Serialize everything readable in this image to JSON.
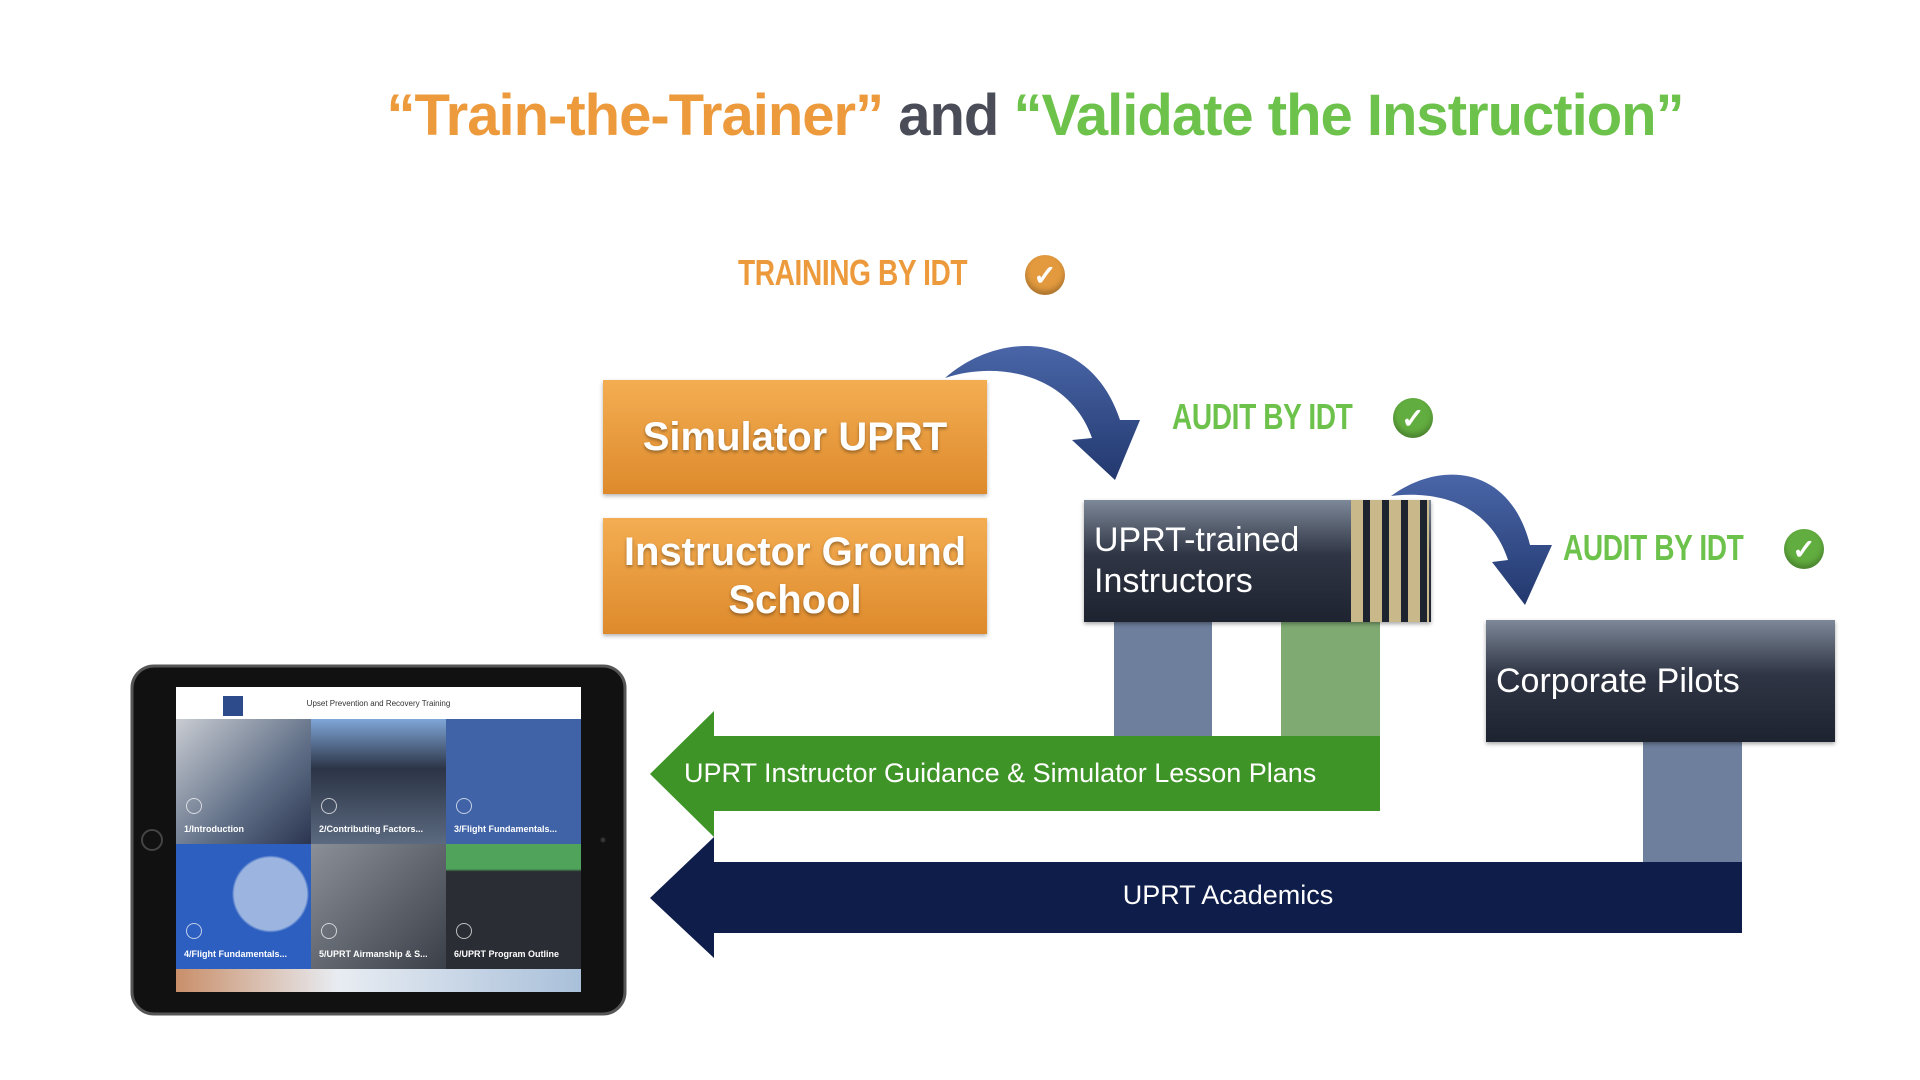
{
  "title": {
    "part1": "“Train-the-Trainer”",
    "part2": " and ",
    "part3": "“Validate the Instruction”"
  },
  "labels": {
    "training": "TRAINING BY IDT",
    "audit1": "AUDIT BY IDT",
    "audit2": "AUDIT BY IDT"
  },
  "boxes": {
    "simulator": "Simulator UPRT",
    "ground_school": "Instructor Ground School",
    "instructors_line1": "UPRT-trained",
    "instructors_line2": "Instructors",
    "corporate": "Corporate Pilots"
  },
  "arrows": {
    "guidance": "UPRT Instructor Guidance & Simulator Lesson Plans",
    "academics": "UPRT Academics"
  },
  "tablet": {
    "app_title": "Upset Prevention and Recovery Training",
    "tiles": [
      "1/Introduction",
      "2/Contributing Factors...",
      "3/Flight Fundamentals...",
      "4/Flight Fundamentals...",
      "5/UPRT Airmanship & S...",
      "6/UPRT Program Outline"
    ]
  },
  "colors": {
    "orange": "#ec9a3c",
    "green": "#6cc24a",
    "navy": "#0f1d4a",
    "arrow_green": "#3f9428",
    "curve_blue": "#2f4a8a"
  },
  "icons": {
    "check": "check-circle-icon"
  }
}
